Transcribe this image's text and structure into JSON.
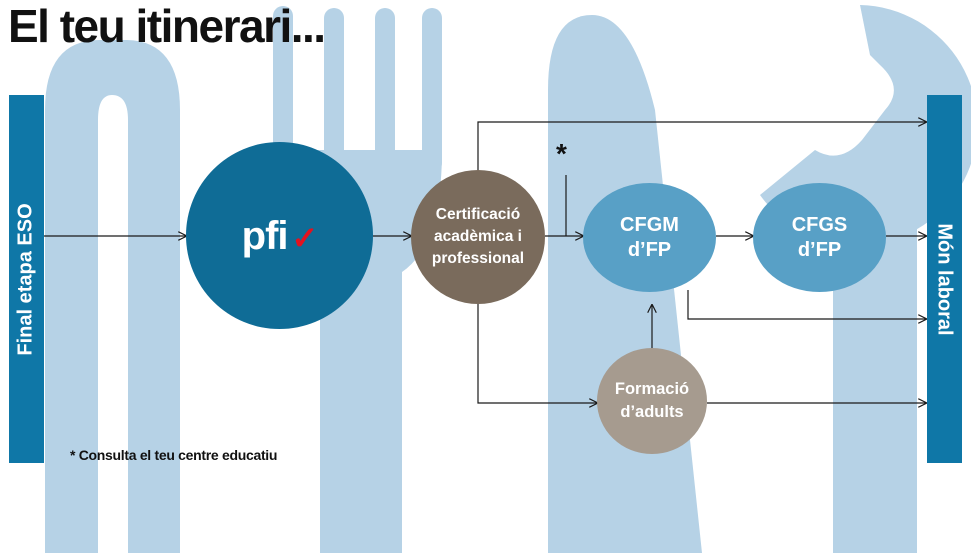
{
  "title": "El teu itinerari...",
  "start_bar": {
    "label": "Final etapa ESO"
  },
  "end_bar": {
    "label": "Món laboral"
  },
  "nodes": {
    "pfi": {
      "text": "pfi",
      "mark": "✓"
    },
    "certificacio": {
      "label": "Certificació\nacadèmica i\nprofessional"
    },
    "cfgm": {
      "label": "CFGM\nd’FP"
    },
    "cfgs": {
      "label": "CFGS\nd’FP"
    },
    "formacio": {
      "label": "Formació\nd’adults"
    }
  },
  "asterisk": "*",
  "footnote": "* Consulta el teu centre educatiu",
  "colors": {
    "bar": "#0f77a7",
    "pfi": "#0f6c96",
    "certificacio": "#7a6b5c",
    "cfgm": "#58a0c6",
    "cfgs": "#58a0c6",
    "formacio": "#a69b8f",
    "background_shapes": "#b6d2e6",
    "check_mark": "#e3121f",
    "arrow": "#1a1a1a"
  }
}
